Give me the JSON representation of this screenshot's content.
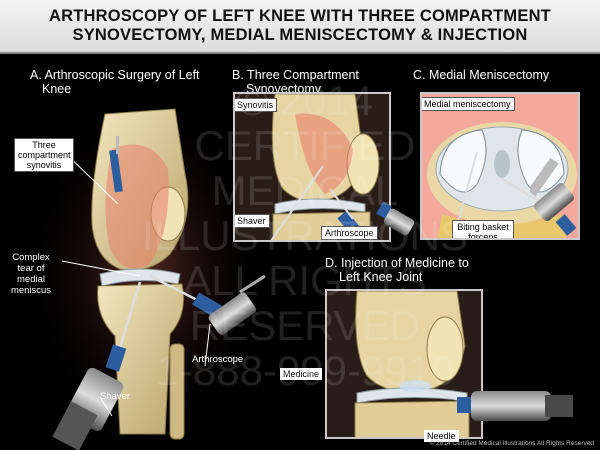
{
  "title": {
    "line1": "ARTHROSCOPY OF LEFT KNEE WITH THREE COMPARTMENT",
    "line2": "SYNOVECTOMY, MEDIAL MENISCECTOMY & INJECTION"
  },
  "panels": {
    "a": {
      "heading_line1": "A. Arthroscopic Surgery of Left",
      "heading_line2": "Knee",
      "labels": {
        "synovitis": "Three compartment synovitis",
        "tear": "Complex tear of medial meniscus",
        "arthroscope": "Arthroscope",
        "shaver": "Shaver"
      }
    },
    "b": {
      "heading_line1": "B. Three Compartment",
      "heading_line2": "Synovectomy",
      "labels": {
        "synovitis": "Synovitis",
        "shaver": "Shaver",
        "arthroscope": "Arthroscope"
      }
    },
    "c": {
      "heading": "C. Medial Meniscectomy",
      "labels": {
        "meniscectomy": "Medial meniscectomy",
        "forceps": "Biting basket forceps"
      }
    },
    "d": {
      "heading_line1": "D. Injection of Medicine to",
      "heading_line2": "Left Knee Joint",
      "labels": {
        "medicine": "Medicine",
        "needle": "Needle"
      }
    }
  },
  "watermark": [
    "© 2014",
    "CERTIFIED",
    "MEDICAL",
    "ILLUSTRATIONS",
    "ALL RIGHTS",
    "RESERVED",
    "1-888-999-9910"
  ],
  "copyright": "© 2014 Certified Medical Illustrations All Rights Reserved",
  "colors": {
    "bone": "#e8d9a8",
    "synovitis": "#e8806a",
    "cartilage": "#dfe6ea",
    "instrument": "#2c5d9e",
    "background": "#000000"
  }
}
